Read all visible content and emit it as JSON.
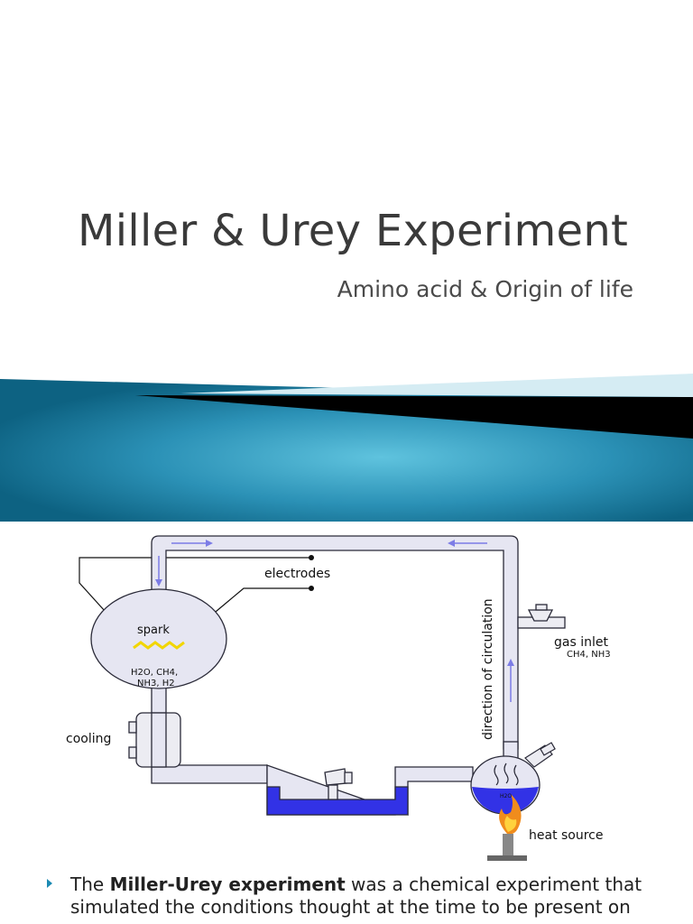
{
  "slide": {
    "title": "Miller & Urey Experiment",
    "subtitle": "Amino acid & Origin of life"
  },
  "diagram": {
    "labels": {
      "electrodes": "electrodes",
      "spark": "spark",
      "gases_line1": "H2O, CH4,",
      "gases_line2": "NH3, H2",
      "cooling": "cooling",
      "direction": "direction of circulation",
      "gas_inlet": "gas inlet",
      "gas_inlet_sub": "CH4, NH3",
      "flask_label": "H2O",
      "heat_source": "heat source"
    }
  },
  "bullet": {
    "prefix": "The ",
    "bold": "Miller-Urey experiment",
    "rest": " was a chemical experiment that simulated the conditions thought at the time to be present on"
  },
  "colors": {
    "accent": "#1c8ab3",
    "banner_dark": "#0b5f7e",
    "tube": "#e6e6f2",
    "water": "#3232e6"
  }
}
